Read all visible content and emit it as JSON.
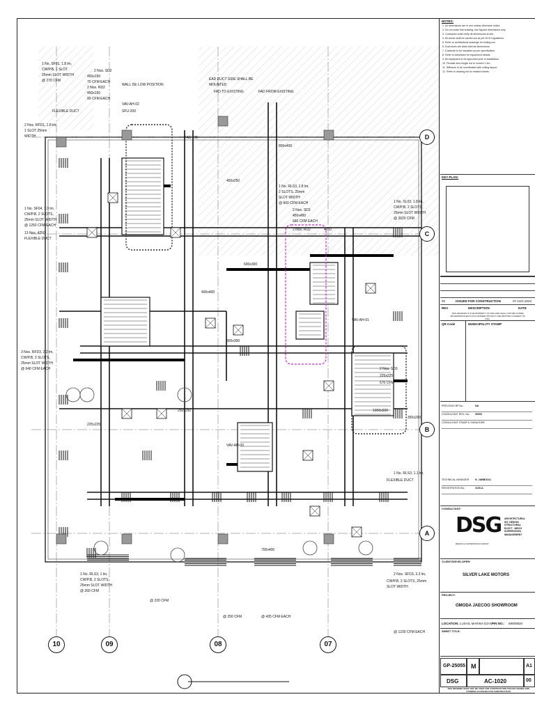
{
  "grid_rows": [
    "D",
    "C",
    "B",
    "A"
  ],
  "grid_cols": [
    "10",
    "09",
    "08",
    "07"
  ],
  "drawing_labels": [
    "1 No. SF01, 1.8 lm,",
    "CW/P.B, 1 SLOT",
    "25mm SLOT WIDTH",
    "@ 270 CFM",
    "2 Nos. RFD1, 1.8 lm,",
    "1 SLOT 25mm",
    "WIDTH",
    "1 No. SF04, 1.3 lm,",
    "CW/P.B, 2 SLOTS,",
    "25mm SLOT WIDTH",
    "@ 1250 CFM EACH",
    "13 Nos. 4250",
    "FLEXIBLE DUCT",
    "2 Nos. SD2",
    "450x150",
    "70 CFM EACH",
    "2 Nos. RD2",
    "450x150",
    "90 CFM EACH",
    "FLEXIBLE DUCT",
    "VAV-AH-02",
    "SFU-200",
    "WALL DE LOW POSITION",
    "EAD DUCT SIDE SHALL BE",
    "MOUNTED",
    "FAD TO EXISTING",
    "FAD FROM EXISTING",
    "FAD T/B",
    "450x250",
    "400x400",
    "800x400",
    "600x300",
    "1 No. RLS3, 1.8 lm,",
    "2 SLOTS, 25mm",
    "SLOT WIDTH",
    "@ 660 CFM EACH",
    "2 Nos. SD3",
    "450x450",
    "660 CFM EACH",
    "2 Nos. RD2",
    "4250",
    "1 No. SL03, 1.8 lm,",
    "CW/P.B, 2 SLOTS,",
    "25mm SLOT WIDTH",
    "@ 2620 CFM",
    "VAV-AH-01",
    "VAV-AH-03",
    "2 Nos. SD3",
    "225x225",
    "570 CFM",
    "3 Nos. RFD3, 2.2 lm,",
    "CW/P.B, 3 SLOTS,",
    "25mm SLOT WIDTH",
    "@ 640 CFM EACH",
    "225x225",
    "250x250",
    "300x300",
    "350x200",
    "1000x500",
    "700x400",
    "1 No. RLS3, 1.1 lm,",
    "FLEXIBLE DUCT",
    "2 Nos. SFD3, 3.3 lm,",
    "CW/P.B, 2 SLOTS, 25mm",
    "SLOT WIDTH",
    "1 No. RLS3, 1 lm,",
    "CW/P.B, 2 SLOTS,",
    "25mm SLOT WIDTH",
    "@ 260 CFM",
    "@ 220 CFM",
    "@ 250 CFM",
    "@ 435 CFM EACH",
    "@ 1230 CFM EACH"
  ],
  "title_block": {
    "notes_header": "NOTES:",
    "notes": [
      "1. All dimensions are in mm unless otherwise noted.",
      "2. Do not scale this drawing; use figured dimensions only.",
      "3. Contractor shall verify all dimensions at site.",
      "4. All works shall be carried out as per DCD regulations.",
      "5. Refer to architectural drawings for setting out.",
      "6. Duct sizes are clear internal dimensions.",
      "7. Ductwork to be insulated as per specification.",
      "8. Refer to schedules for equipment details.",
      "9. All equipment to be approved prior to installation.",
      "10. Flexible duct length not to exceed 1.5m.",
      "11. Diffusers to be coordinated with ceiling layout.",
      "12. Refer to drawing list for related sheets."
    ],
    "key_plan_header": "KEY PLAN:",
    "revision": {
      "rev": "00",
      "description": "ISSUED FOR CONSTRUCTION",
      "date": "07 AUG.2023"
    },
    "rev_headers": {
      "rev": "REV",
      "description": "DESCRIPTION",
      "date": "DATE"
    },
    "copyright": "THIS DRAWING IS THE PROPERTY OF DSG AND SHALL NOT BE COPIED OR REPRODUCED IN ANY MANNER WITHOUT THE WRITTEN CONSENT OF DSG.",
    "qr_label": "QR Code",
    "stamp_label": "MUNICIPALITY STAMP",
    "consultant_label": "CONSULTANT:",
    "company_lines": [
      "ARCHITECTURAL",
      "INT. DESIGN",
      "STRUCTURAL",
      "ELECT - MECH",
      "SUPERVISION",
      "MANAGEMENT"
    ],
    "logo_text": "DSG",
    "logo_sub": "DESIGN & SUPERVISION GROUP",
    "client_label": "CLIENT/DEVELOPER:",
    "client": "SILVER LAKE MOTORS",
    "project_label": "PROJECT:",
    "project": "OMODA JAECOO SHOWROOM",
    "location_label": "LOCATION:",
    "location": "LUSAIL MARINA D3-03",
    "pin_label": "PIN NO.:",
    "pin": "69000820",
    "sheet_title_label": "SHEET TITLE:",
    "project_no": "GP-25055",
    "discipline": "M",
    "size": "A1",
    "author": "DSG",
    "sheet_no": "AC-1020",
    "rev_no": "00",
    "footer": "THIS DRAWING MUST NOT BE USED FOR CONSTRUCTION UNLESS SIGNED AND STAMPED AS ISSUED FOR CONSTRUCTION",
    "form_fields": [
      {
        "label": "PREVIOUS BP No.:",
        "value": "NA"
      },
      {
        "label": "CONSULTANT REG. No.:",
        "value": "00000"
      },
      {
        "label": "CONSULTANT STAMP & SIGNATURE",
        "value": ""
      },
      {
        "label": "TECHNICAL MANAGER",
        "value": "N. JABBOOLI"
      },
      {
        "label": "REGISTRATION No.",
        "value": "1100-A"
      }
    ]
  }
}
